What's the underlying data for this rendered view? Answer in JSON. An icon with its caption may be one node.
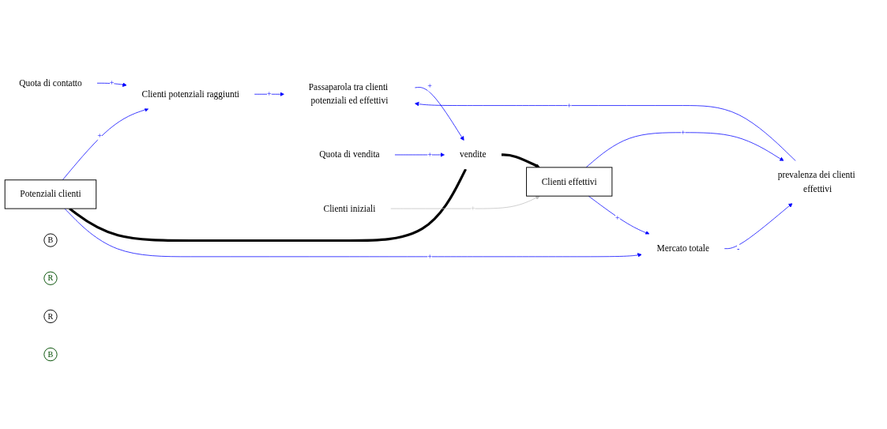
{
  "diagram": {
    "nodes": [
      {
        "text": [
          "Clienti potenziali raggiunti"
        ]
      },
      {
        "text": [
          "Passaparola tra clienti potenziali ed effettivi"
        ]
      },
      {
        "text": [
          "Quota di vendita"
        ]
      },
      {
        "text": [
          "prevalenza dei clienti effettivi"
        ]
      },
      {
        "text": [
          "Quota di contatto"
        ]
      },
      {
        "text": [
          "Potenziali clienti"
        ]
      },
      {
        "text": [
          "vendite"
        ]
      },
      {
        "text": [
          "Clienti effettivi"
        ]
      },
      {
        "text": [
          "Clienti iniziali"
        ]
      },
      {
        "text": [
          "Mercato totale"
        ]
      },
      {
        "text": [
          "B"
        ]
      },
      {
        "text": [
          "R"
        ]
      },
      {
        "text": [
          "R"
        ]
      },
      {
        "text": [
          "B"
        ]
      }
    ],
    "edges": [
      {
        "from": 4,
        "to": 0,
        "arrow": "to",
        "label": "+"
      },
      {
        "from": 5,
        "to": 0,
        "arrow": "to",
        "label": "+"
      },
      {
        "from": 0,
        "to": 1,
        "arrow": "to",
        "label": "+"
      },
      {
        "from": 1,
        "to": 6,
        "arrow": "to",
        "label": "+"
      },
      {
        "from": 2,
        "to": 6,
        "arrow": "to",
        "label": "+"
      },
      {
        "from": 5,
        "to": 6,
        "arrow": "none",
        "style": "thick",
        "color": "#000000"
      },
      {
        "from": 6,
        "to": 7,
        "arrow": "to",
        "style": "thick",
        "color": "#000000"
      },
      {
        "from": 3,
        "to": 1,
        "arrow": "to",
        "label": "+"
      },
      {
        "from": 7,
        "to": 3,
        "arrow": "to",
        "label": "+"
      },
      {
        "from": 9,
        "to": 3,
        "arrow": "to",
        "label": "-"
      },
      {
        "from": 7,
        "to": 9,
        "arrow": "to",
        "label": "+"
      },
      {
        "from": 5,
        "to": 9,
        "arrow": "to",
        "label": "+"
      },
      {
        "from": 8,
        "to": 7,
        "arrow": "to",
        "label": "+",
        "color": "#c0c0c0"
      }
    ]
  }
}
